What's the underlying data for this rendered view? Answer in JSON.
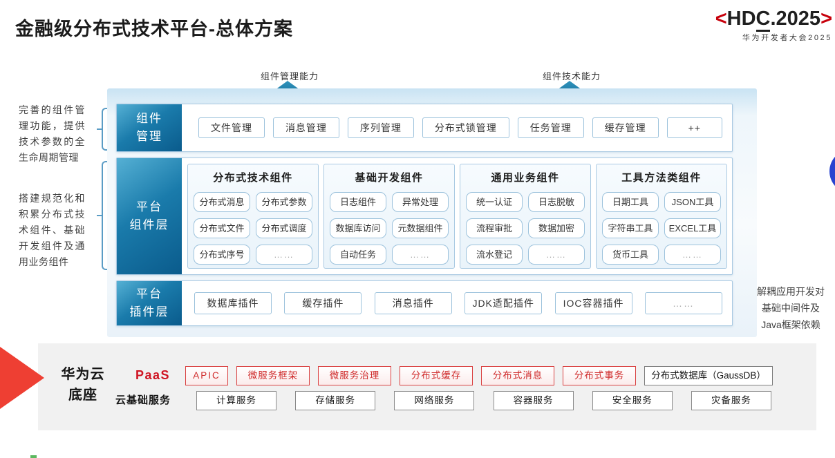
{
  "title": "金融级分布式技术平台-总体方案",
  "logo": {
    "open": "<",
    "hd": "HD",
    "c": "C",
    "rest": ".2025",
    "close": ">",
    "subtitle": "华为开发者大会2025"
  },
  "arrows": [
    {
      "label": "组件管理能力"
    },
    {
      "label": "组件技术能力"
    }
  ],
  "left_notes": [
    {
      "text": "完善的组件管理功能，提供技术参数的全生命周期管理"
    },
    {
      "text": "搭建规范化和积累分布式技术组件、基础开发组件及通用业务组件"
    }
  ],
  "right_note": {
    "lines": [
      "解耦应用开发对",
      "基础中间件及",
      "Java框架依赖"
    ]
  },
  "rows": {
    "management": {
      "label_lines": [
        "组件",
        "管理"
      ],
      "items": [
        "文件管理",
        "消息管理",
        "序列管理",
        "分布式锁管理",
        "任务管理",
        "缓存管理",
        "++"
      ]
    },
    "components": {
      "label_lines": [
        "平台",
        "组件层"
      ],
      "columns": [
        {
          "title": "分布式技术组件",
          "items": [
            "分布式消息",
            "分布式参数",
            "分布式文件",
            "分布式调度",
            "分布式序号",
            "……"
          ]
        },
        {
          "title": "基础开发组件",
          "items": [
            "日志组件",
            "异常处理",
            "数据库访问",
            "元数据组件",
            "自动任务",
            "……"
          ]
        },
        {
          "title": "通用业务组件",
          "items": [
            "统一认证",
            "日志脱敏",
            "流程审批",
            "数据加密",
            "流水登记",
            "……"
          ]
        },
        {
          "title": "工具方法类组件",
          "items": [
            "日期工具",
            "JSON工具",
            "字符串工具",
            "EXCEL工具",
            "货币工具",
            "……"
          ]
        }
      ]
    },
    "plugins": {
      "label_lines": [
        "平台",
        "插件层"
      ],
      "items": [
        "数据库插件",
        "缓存插件",
        "消息插件",
        "JDK适配插件",
        "IOC容器插件",
        "……"
      ]
    }
  },
  "foundation": {
    "label_lines": [
      "华为云",
      "底座"
    ],
    "paas": {
      "label": "PaaS",
      "items": [
        "APIC",
        "微服务框架",
        "微服务治理",
        "分布式缓存",
        "分布式消息",
        "分布式事务"
      ],
      "db_item": "分布式数据库（GaussDB）"
    },
    "iaas": {
      "label": "云基础服务",
      "items": [
        "计算服务",
        "存储服务",
        "网络服务",
        "容器服务",
        "安全服务",
        "灾备服务"
      ]
    }
  },
  "colors": {
    "text_dark": "#1b1b1b",
    "brand_red": "#c7000b",
    "red": "#cf1322",
    "arrow_red": "#ee3f33",
    "teal_light": "#55b0d4",
    "teal_dark": "#0a5b8c",
    "panel_border": "#a9c9e2",
    "box_border": "#9cc2dc",
    "gray_bg": "#f1f1f1",
    "blue_circle": "#2843d0"
  }
}
